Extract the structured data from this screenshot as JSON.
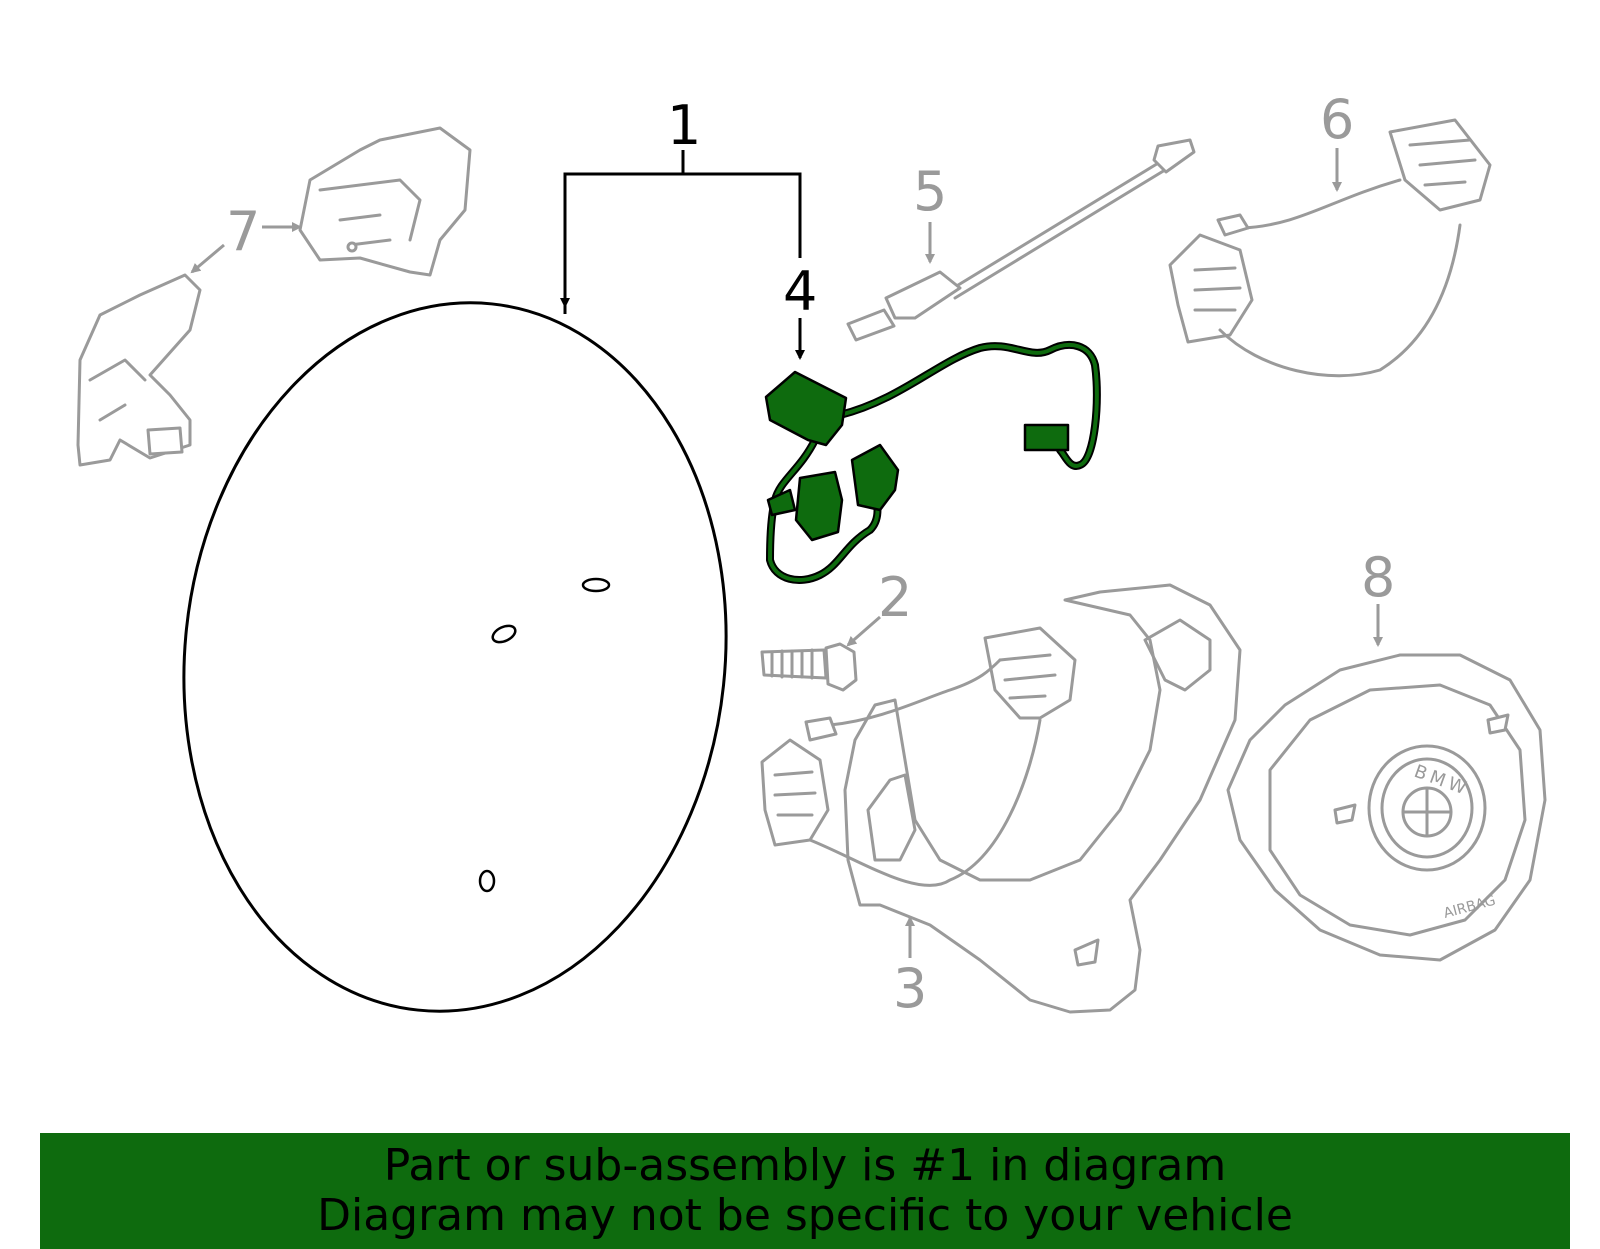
{
  "callouts": {
    "c1": "1",
    "c2": "2",
    "c3": "3",
    "c4": "4",
    "c5": "5",
    "c6": "6",
    "c7": "7",
    "c8": "8"
  },
  "airbag_badge": "AIRBAG",
  "emblem_letters": "BMW",
  "banner": {
    "line1": "Part or sub-assembly is #1 in diagram",
    "line2": "Diagram may not be specific to your vehicle"
  },
  "colors": {
    "highlight": "#0e6b0e",
    "inactive_parts": "#9a9a9a",
    "active_parts": "#000000"
  }
}
